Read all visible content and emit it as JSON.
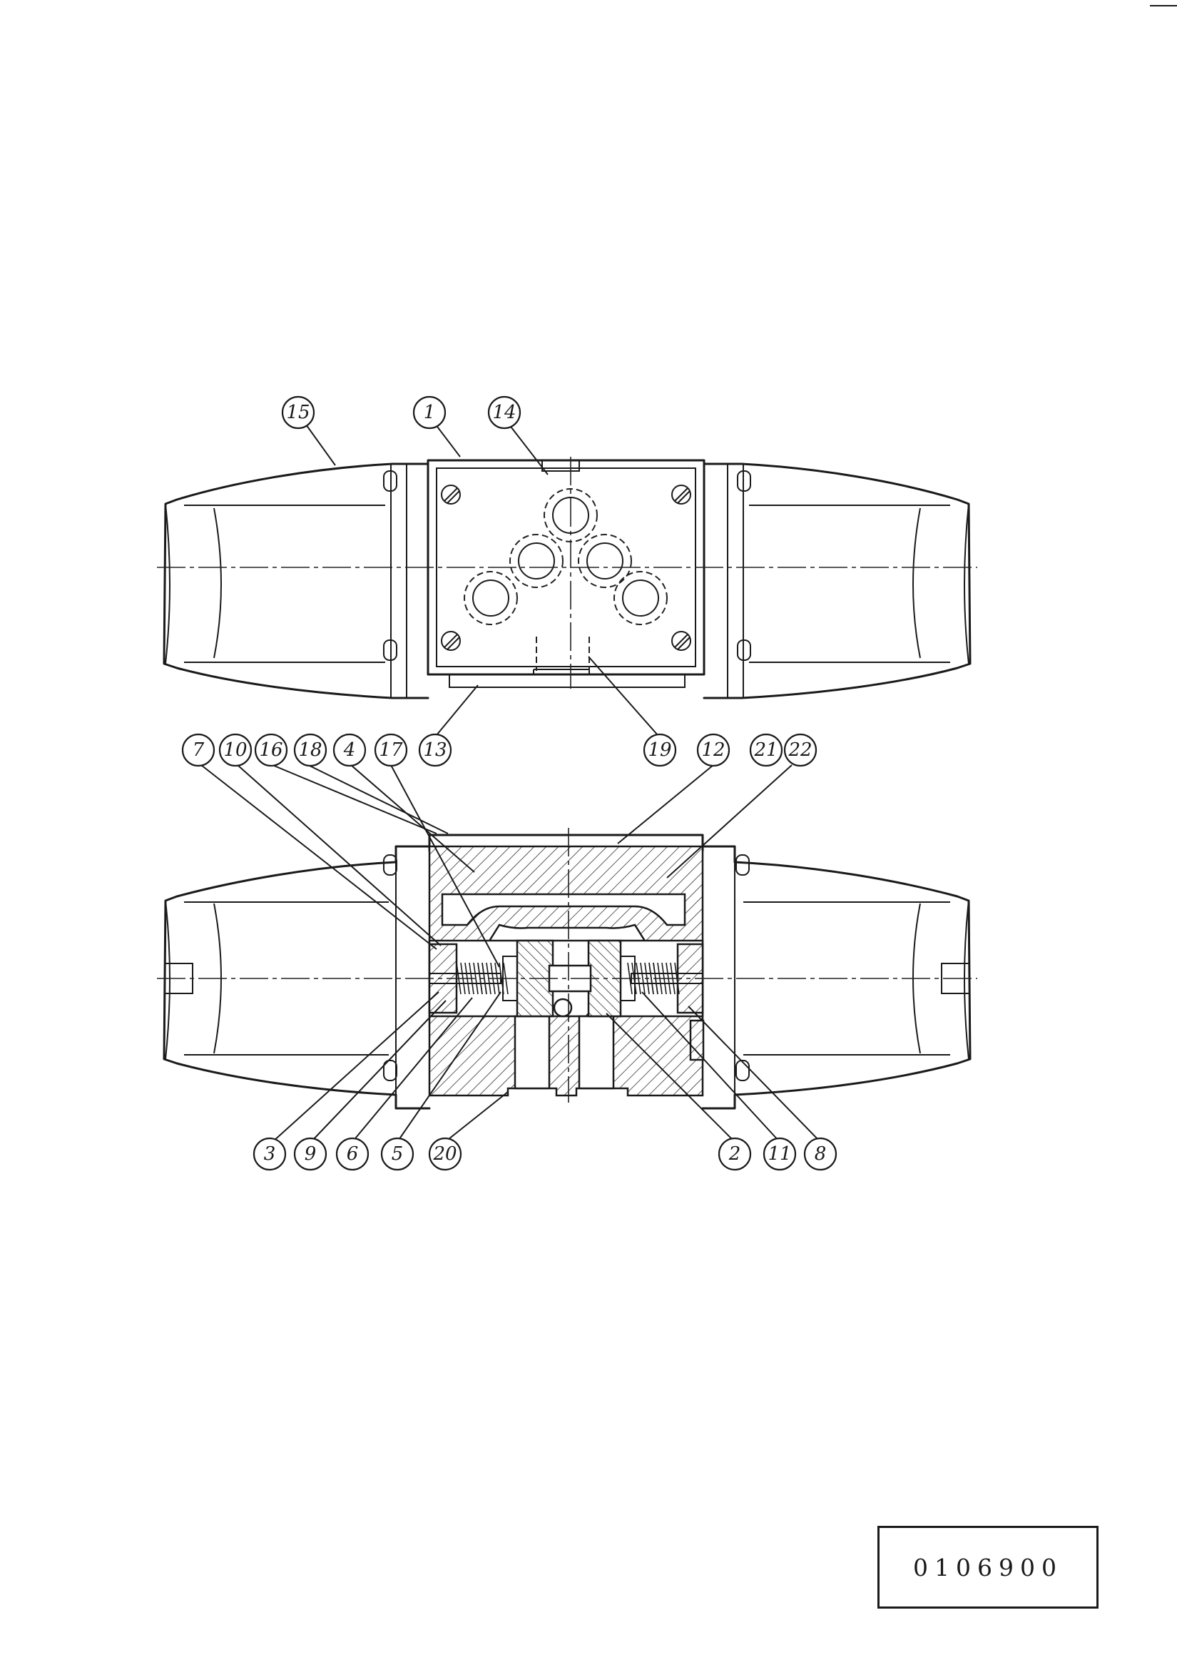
{
  "drawing_number": "0106900",
  "callouts_top": [
    "15",
    "1",
    "14",
    "13",
    "19"
  ],
  "callouts_bottom_upper": [
    "7",
    "10",
    "16",
    "18",
    "4",
    "17",
    "13",
    "19",
    "12",
    "21",
    "22"
  ],
  "callouts_bottom_lower": [
    "3",
    "9",
    "6",
    "5",
    "20",
    "2",
    "11",
    "8"
  ]
}
